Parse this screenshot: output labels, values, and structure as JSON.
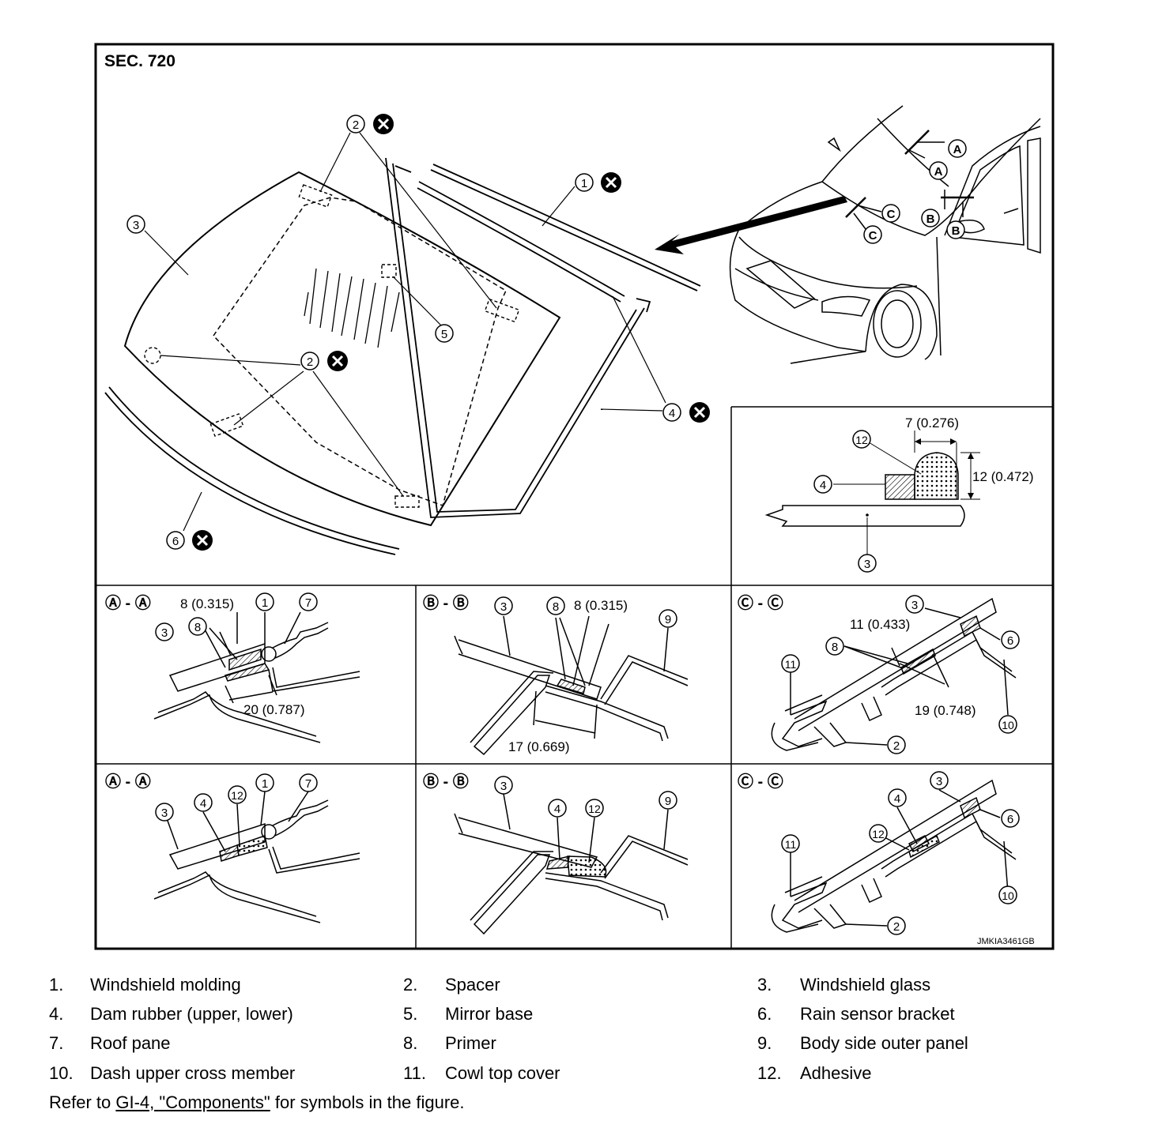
{
  "figure": {
    "section": "SEC. 720",
    "code": "JMKIA3461GB",
    "section_labels": {
      "aa": [
        "A",
        "A"
      ],
      "bb": [
        "B",
        "B"
      ],
      "cc": [
        "C",
        "C"
      ]
    },
    "dimensions": {
      "adhesive_width": "7 (0.276)",
      "adhesive_height": "12 (0.472)",
      "aa_primer": "8 (0.315)",
      "aa_overlap": "20 (0.787)",
      "bb_primer": "8 (0.315)",
      "bb_overlap": "17 (0.669)",
      "cc_primer": "11 (0.433)",
      "cc_overlap": "19 (0.748)"
    }
  },
  "legend": [
    {
      "num": "1.",
      "label": "Windshield molding"
    },
    {
      "num": "2.",
      "label": "Spacer"
    },
    {
      "num": "3.",
      "label": "Windshield glass"
    },
    {
      "num": "4.",
      "label": "Dam rubber (upper, lower)"
    },
    {
      "num": "5.",
      "label": "Mirror base"
    },
    {
      "num": "6.",
      "label": "Rain sensor bracket"
    },
    {
      "num": "7.",
      "label": "Roof pane"
    },
    {
      "num": "8.",
      "label": "Primer"
    },
    {
      "num": "9.",
      "label": "Body side outer panel"
    },
    {
      "num": "10.",
      "label": "Dash upper cross member"
    },
    {
      "num": "11.",
      "label": "Cowl top cover"
    },
    {
      "num": "12.",
      "label": "Adhesive"
    }
  ],
  "footer": {
    "prefix": "Refer to ",
    "link": "GI-4, \"Components\"",
    "suffix": " for symbols in the figure."
  }
}
